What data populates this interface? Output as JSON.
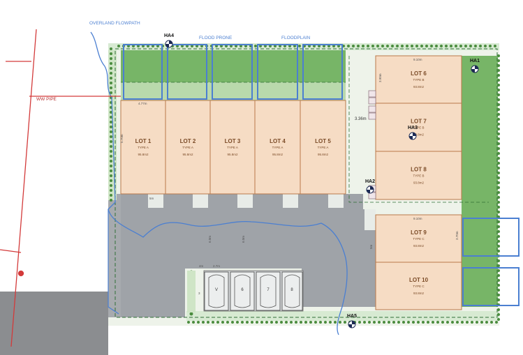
{
  "colors": {
    "lot_fill": "#f6dcc4",
    "lot_stroke": "#b9794a",
    "green": "#77b567",
    "pale_green": "#d7ead2",
    "driveway": "#9fa3a8",
    "road": "#8b8d90",
    "blue_line": "#4b7fd1",
    "red_line": "#d33a3a",
    "overland_text": "#4b7fd1",
    "red_text": "#b73030"
  },
  "labels": {
    "overland": "OVERLAND FLOWPATH",
    "flood_prone": "FLOOD PRONE",
    "floodplain": "FLOODPLAIN",
    "ww_pipe": "WW PIPE"
  },
  "lots": [
    {
      "id": "lot-1",
      "name": "LOT 1",
      "type": "TYPE A",
      "area": "95.8m2"
    },
    {
      "id": "lot-2",
      "name": "LOT 2",
      "type": "TYPE A",
      "area": "95.8m2"
    },
    {
      "id": "lot-3",
      "name": "LOT 3",
      "type": "TYPE A",
      "area": "95.8m2"
    },
    {
      "id": "lot-4",
      "name": "LOT 4",
      "type": "TYPE A",
      "area": "95.8m2"
    },
    {
      "id": "lot-5",
      "name": "LOT 5",
      "type": "TYPE A",
      "area": "95.8m2"
    },
    {
      "id": "lot-6",
      "name": "LOT 6",
      "type": "TYPE B",
      "area": "93.8m2"
    },
    {
      "id": "lot-7",
      "name": "LOT 7",
      "type": "TYPE B",
      "area": "93.8m2"
    },
    {
      "id": "lot-8",
      "name": "LOT 8",
      "type": "TYPE B",
      "area": "93.8m2"
    },
    {
      "id": "lot-9",
      "name": "LOT 9",
      "type": "TYPE C",
      "area": "93.8m2"
    },
    {
      "id": "lot-10",
      "name": "LOT 10",
      "type": "TYPE C",
      "area": "93.8m2"
    }
  ],
  "markers": [
    "HA1",
    "HA2",
    "HA3",
    "HA4",
    "HA5"
  ],
  "dims": {
    "gap": "3.36m",
    "w1": "4.77m",
    "w2": "9.10m",
    "w3": "9.10m",
    "d1": "5.70m",
    "d2": "3.90m",
    "d3": "3.70m",
    "d4": "5m",
    "d5": "6.0m",
    "d6": "6.0m",
    "d7": "5m",
    "d8": "4m",
    "d9": "2.7m",
    "d10": "3"
  },
  "parking": [
    "V",
    "6",
    "7",
    "8"
  ]
}
